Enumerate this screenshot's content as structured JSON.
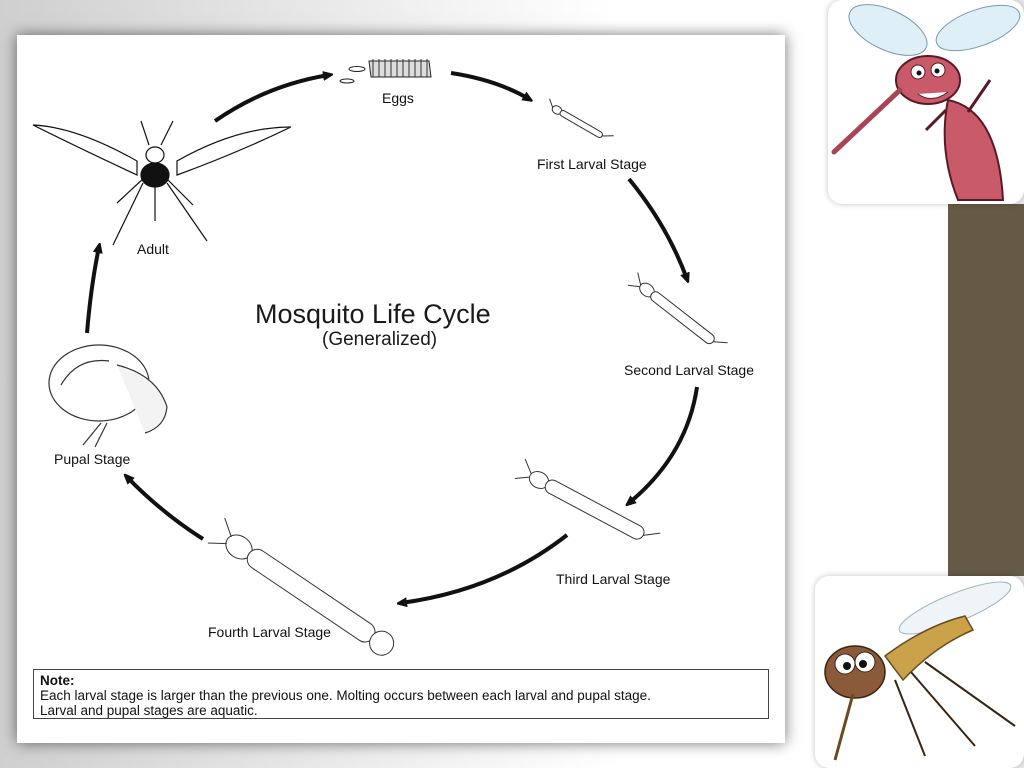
{
  "diagram": {
    "title": "Mosquito Life Cycle",
    "subtitle": "(Generalized)",
    "stages": {
      "eggs": "Eggs",
      "first_larval": "First Larval Stage",
      "second_larval": "Second Larval Stage",
      "third_larval": "Third Larval Stage",
      "fourth_larval": "Fourth Larval Stage",
      "pupal": "Pupal Stage",
      "adult": "Adult"
    },
    "note": {
      "title": "Note:",
      "line1": "Each larval stage is larger than the previous one.  Molting occurs between each larval and pupal stage.",
      "line2": "Larval and pupal stages are aquatic."
    }
  },
  "images": {
    "top_right": "cartoon-mosquito-red-icon",
    "bottom_right": "cartoon-mosquito-brown-icon"
  },
  "colors": {
    "band": "#655a45",
    "arrows": "#111111",
    "red_mosquito": "#c85a6a",
    "brown_mosquito": "#8a5a3a"
  }
}
